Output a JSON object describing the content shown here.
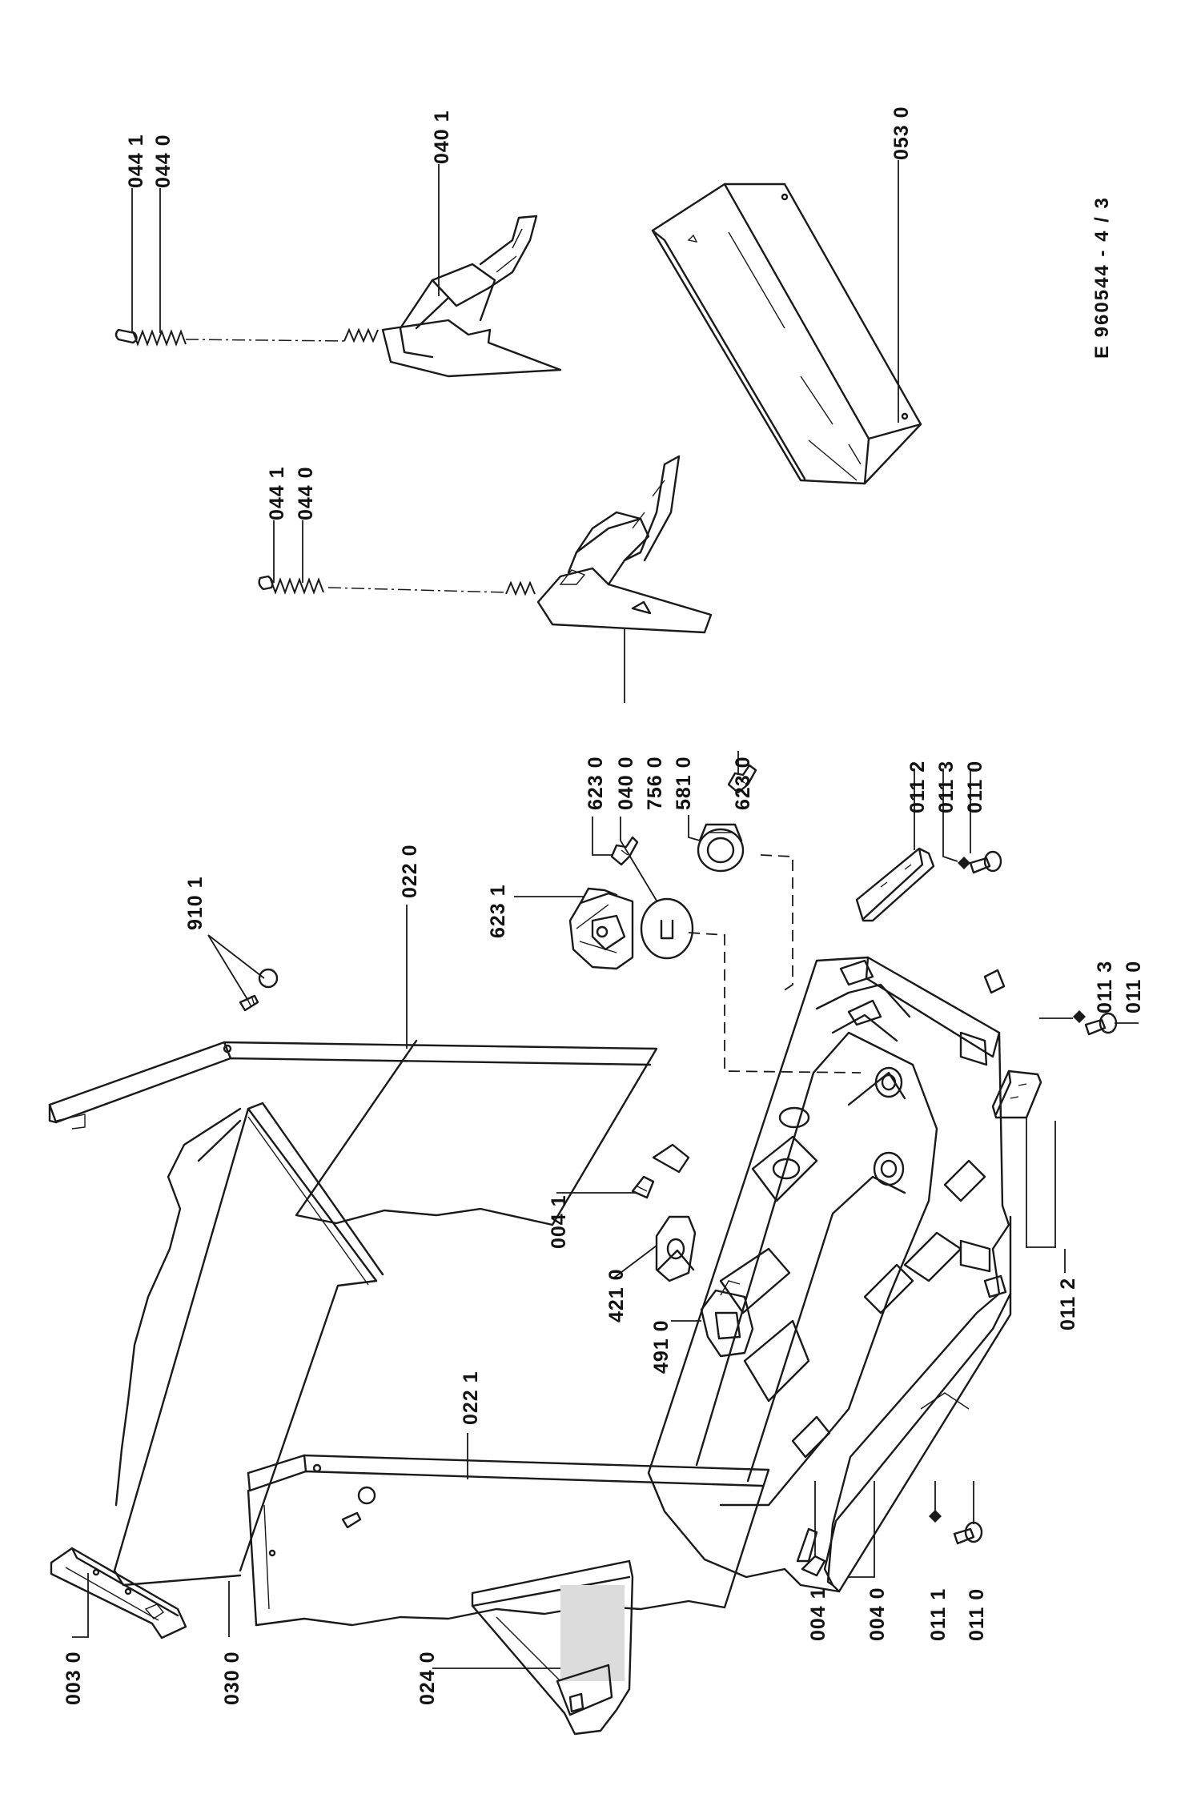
{
  "document": {
    "drawing_number": "E 960544 - 4 / 3"
  },
  "labels": {
    "p0441_a": "044 1",
    "p0440_a": "044 0",
    "p0401": "040 1",
    "p0530": "053 0",
    "p0441_b": "044 1",
    "p0440_b": "044 0",
    "p6230_a": "623 0",
    "p0400": "040 0",
    "p7560": "756 0",
    "p5810": "581 0",
    "p6230_b": "623 0",
    "p9101": "910 1",
    "p0220": "022 0",
    "p6231": "623 1",
    "p0112_a": "011 2",
    "p0113_a": "011 3",
    "p0110_a": "011 0",
    "p0113_b": "011 3",
    "p0110_b": "011 0",
    "p0221": "022 1",
    "p0041_a": "004 1",
    "p4210": "421 0",
    "p4910": "491 0",
    "p0112_b": "011 2",
    "p0030": "003 0",
    "p0300": "030 0",
    "p0240": "024 0",
    "p0041_b": "004 1",
    "p0040": "004 0",
    "p0111": "011 1",
    "p0110_c": "011 0"
  }
}
